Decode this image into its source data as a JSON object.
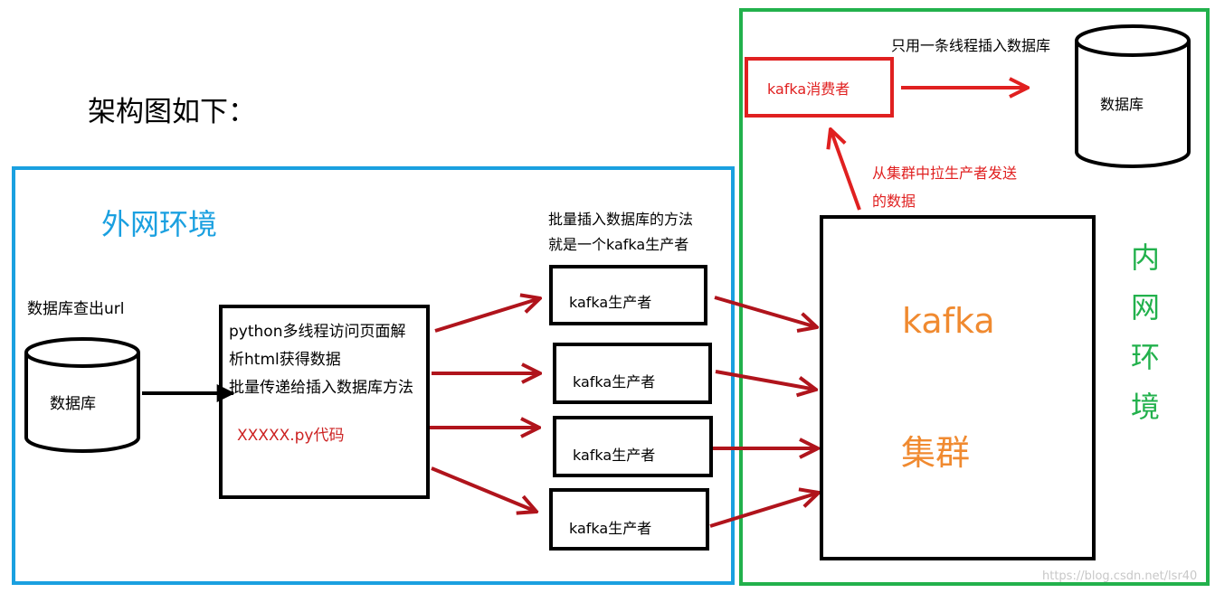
{
  "title": "架构图如下：",
  "outer_zone": {
    "label": "外网环境",
    "color": "#1aa0e0"
  },
  "inner_zone": {
    "label_chars": [
      "内",
      "网",
      "环",
      "境"
    ],
    "color": "#22b14c"
  },
  "source_db": {
    "caption": "数据库查出url",
    "label": "数据库"
  },
  "python_box": {
    "lines": [
      "python多线程访问页面解",
      "析html获得数据",
      "批量传递给插入数据库方法"
    ],
    "code_label": "XXXXX.py代码",
    "code_color": "#cc2222"
  },
  "producer_note": [
    "批量插入数据库的方法",
    "就是一个kafka生产者"
  ],
  "producers": [
    {
      "label": "kafka生产者"
    },
    {
      "label": "kafka生产者"
    },
    {
      "label": "kafka生产者"
    },
    {
      "label": "kafka生产者"
    }
  ],
  "kafka_cluster": {
    "label_top": "kafka",
    "label_bottom": "集群",
    "color": "#f08a30"
  },
  "pull_note": [
    "从集群中拉生产者发送",
    "的数据"
  ],
  "consumer": {
    "label": "kafka消费者",
    "color": "#e02020"
  },
  "single_thread_note": "只用一条线程插入数据库",
  "target_db": {
    "label": "数据库"
  },
  "watermark": "https://blog.csdn.net/lsr40",
  "arrow_color": "#b0141c"
}
